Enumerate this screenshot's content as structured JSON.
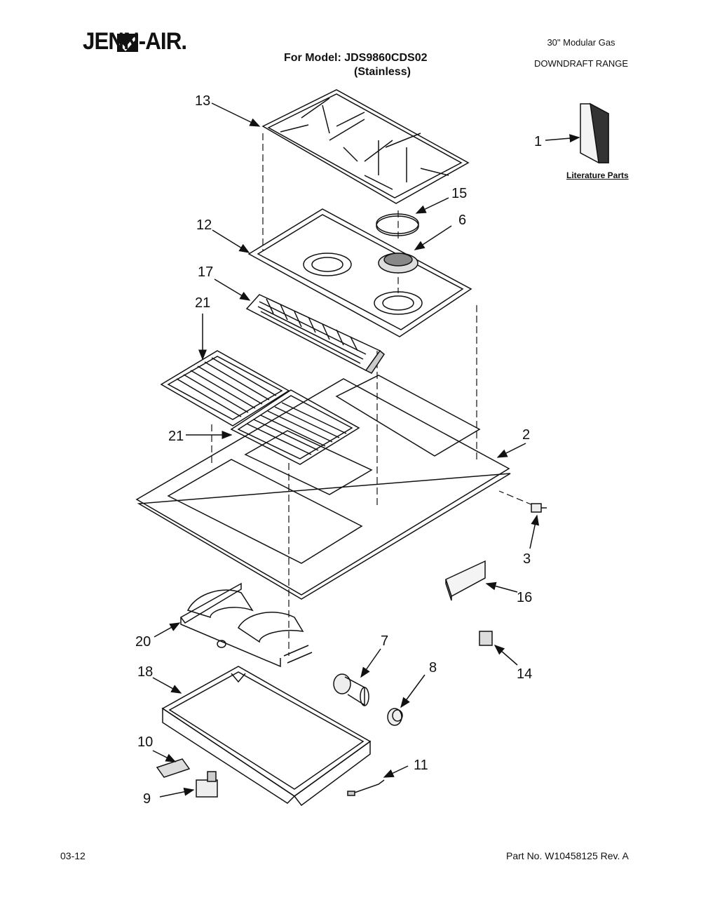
{
  "header": {
    "brand": "JENN-AIR.",
    "model_line": "For Model: JDS9860CDS02",
    "finish": "(Stainless)",
    "product_line1": "30\" Modular Gas",
    "product_line2": "DOWNDRAFT RANGE"
  },
  "literature_label": "Literature Parts",
  "callouts": [
    "13",
    "1",
    "15",
    "6",
    "12",
    "17",
    "21",
    "21",
    "2",
    "3",
    "16",
    "7",
    "8",
    "14",
    "20",
    "18",
    "10",
    "11",
    "9"
  ],
  "footer": {
    "date": "03-12",
    "part_no": "Part No. W10458125 Rev. A"
  }
}
